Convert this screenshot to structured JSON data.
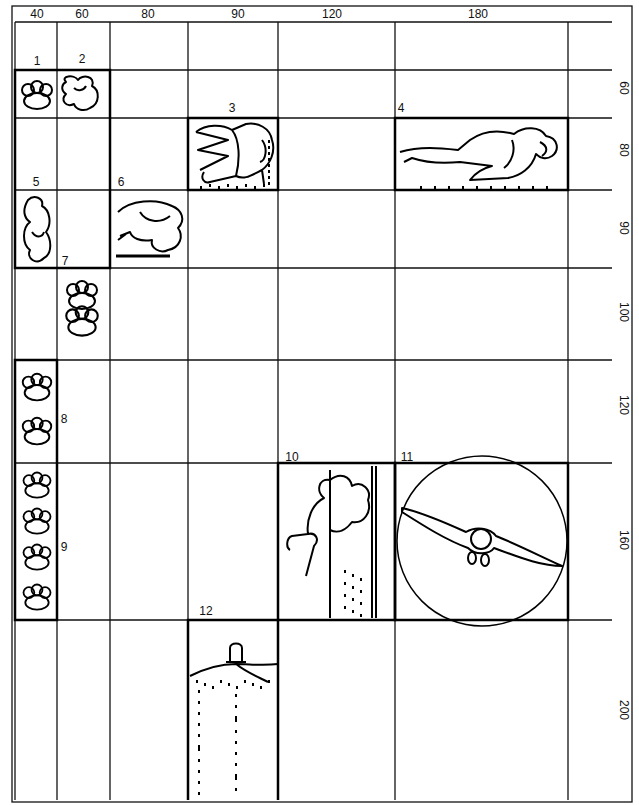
{
  "diagram": {
    "labels": [
      "40",
      "60",
      "80",
      "90",
      "120",
      "180",
      "60",
      "80",
      "90",
      "100",
      "120",
      "160",
      "200",
      "1",
      "2",
      "3",
      "4",
      "5",
      "6",
      "7",
      "8",
      "9",
      "10",
      "11",
      "12"
    ]
  }
}
